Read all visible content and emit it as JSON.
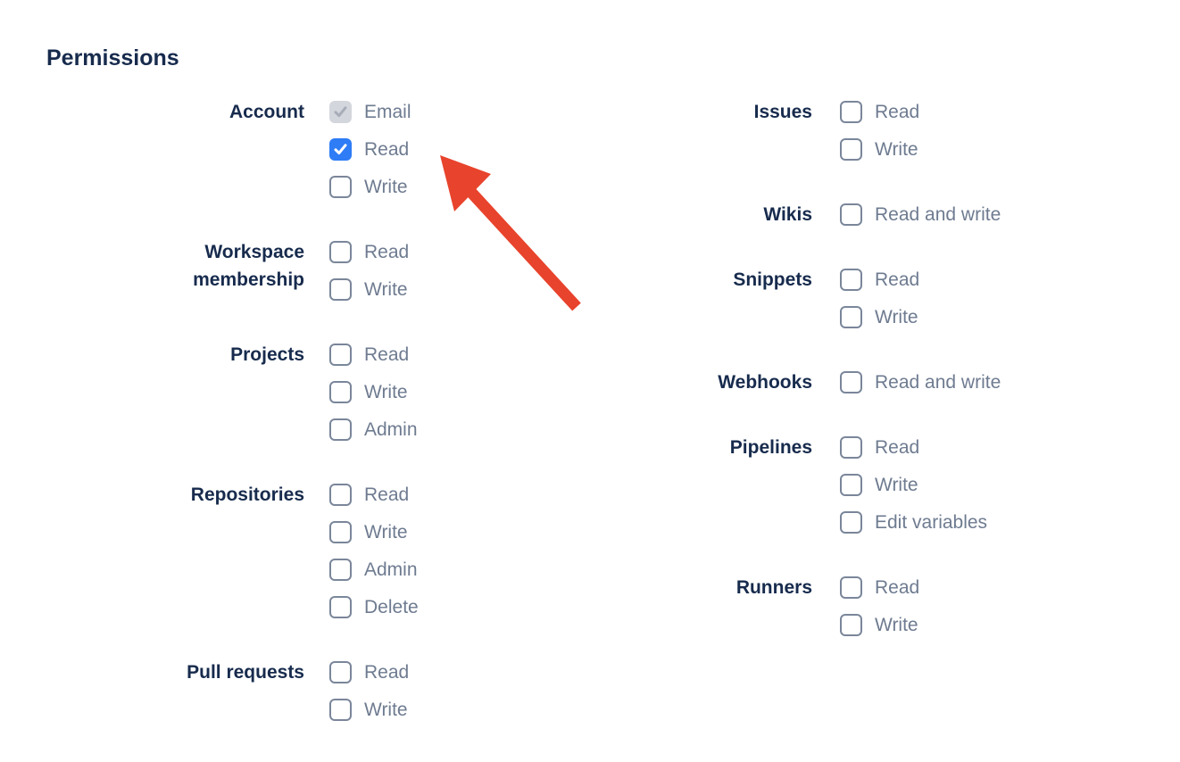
{
  "page": {
    "heading": "Permissions"
  },
  "colors": {
    "heading_navy": "#172B4D",
    "option_gray": "#6E7B90",
    "checkbox_border": "#7A869A",
    "checked_blue": "#2E7CF6",
    "disabled_gray_bg": "#D3D6DC",
    "disabled_gray_check": "#A7ADB8",
    "arrow_red": "#E8432C"
  },
  "permissions": {
    "columns": [
      {
        "groups": [
          {
            "label": "Account",
            "options": [
              {
                "label": "Email",
                "state": "disabled-checked"
              },
              {
                "label": "Read",
                "state": "checked"
              },
              {
                "label": "Write",
                "state": "unchecked"
              }
            ]
          },
          {
            "label": "Workspace membership",
            "options": [
              {
                "label": "Read",
                "state": "unchecked"
              },
              {
                "label": "Write",
                "state": "unchecked"
              }
            ]
          },
          {
            "label": "Projects",
            "options": [
              {
                "label": "Read",
                "state": "unchecked"
              },
              {
                "label": "Write",
                "state": "unchecked"
              },
              {
                "label": "Admin",
                "state": "unchecked"
              }
            ]
          },
          {
            "label": "Repositories",
            "options": [
              {
                "label": "Read",
                "state": "unchecked"
              },
              {
                "label": "Write",
                "state": "unchecked"
              },
              {
                "label": "Admin",
                "state": "unchecked"
              },
              {
                "label": "Delete",
                "state": "unchecked"
              }
            ]
          },
          {
            "label": "Pull requests",
            "options": [
              {
                "label": "Read",
                "state": "unchecked"
              },
              {
                "label": "Write",
                "state": "unchecked"
              }
            ]
          }
        ]
      },
      {
        "groups": [
          {
            "label": "Issues",
            "options": [
              {
                "label": "Read",
                "state": "unchecked"
              },
              {
                "label": "Write",
                "state": "unchecked"
              }
            ]
          },
          {
            "label": "Wikis",
            "options": [
              {
                "label": "Read and write",
                "state": "unchecked"
              }
            ]
          },
          {
            "label": "Snippets",
            "options": [
              {
                "label": "Read",
                "state": "unchecked"
              },
              {
                "label": "Write",
                "state": "unchecked"
              }
            ]
          },
          {
            "label": "Webhooks",
            "options": [
              {
                "label": "Read and write",
                "state": "unchecked"
              }
            ]
          },
          {
            "label": "Pipelines",
            "options": [
              {
                "label": "Read",
                "state": "unchecked"
              },
              {
                "label": "Write",
                "state": "unchecked"
              },
              {
                "label": "Edit variables",
                "state": "unchecked"
              }
            ]
          },
          {
            "label": "Runners",
            "options": [
              {
                "label": "Read",
                "state": "unchecked"
              },
              {
                "label": "Write",
                "state": "unchecked"
              }
            ]
          }
        ]
      }
    ]
  },
  "annotation": {
    "type": "arrow",
    "points_to": "account-read-checkbox",
    "color": "#E8432C"
  }
}
